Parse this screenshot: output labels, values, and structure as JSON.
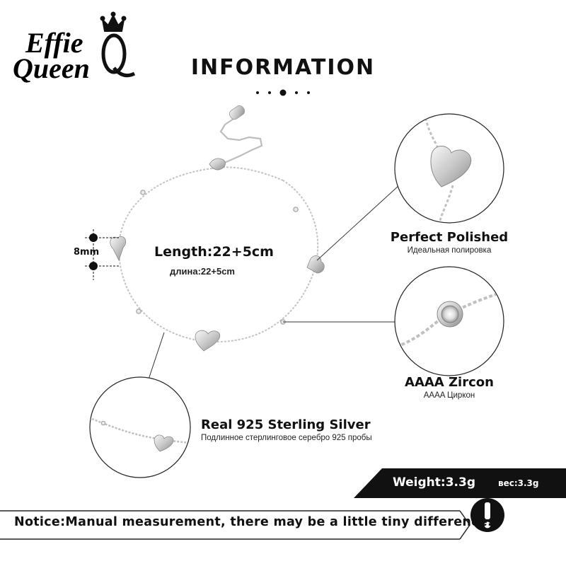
{
  "brand": {
    "line1": "Effie",
    "line2": "Queen"
  },
  "heading": "INFORMATION",
  "product": {
    "length_label": "Length:22+5cm",
    "length_ru": "длина:22+5cm",
    "size_label": "8mm"
  },
  "features": [
    {
      "title": "Perfect  Polished",
      "subtitle": "Идеальная полировка"
    },
    {
      "title": "AAAA Zircon",
      "subtitle": "AAAA Циркон"
    },
    {
      "title": "Real 925  Sterling  Silver",
      "subtitle": "Подлинное стерлинговое серебро 925 пробы"
    }
  ],
  "weight": {
    "label": "Weight:3.3g",
    "label_ru": "вес:3.3g"
  },
  "notice": {
    "text": "Notice:Manual measurement, there may be a little tiny difference.",
    "icon": "exclamation-icon"
  },
  "colors": {
    "ink": "#111111",
    "silver": "#c8c8c8",
    "background": "#ffffff"
  }
}
